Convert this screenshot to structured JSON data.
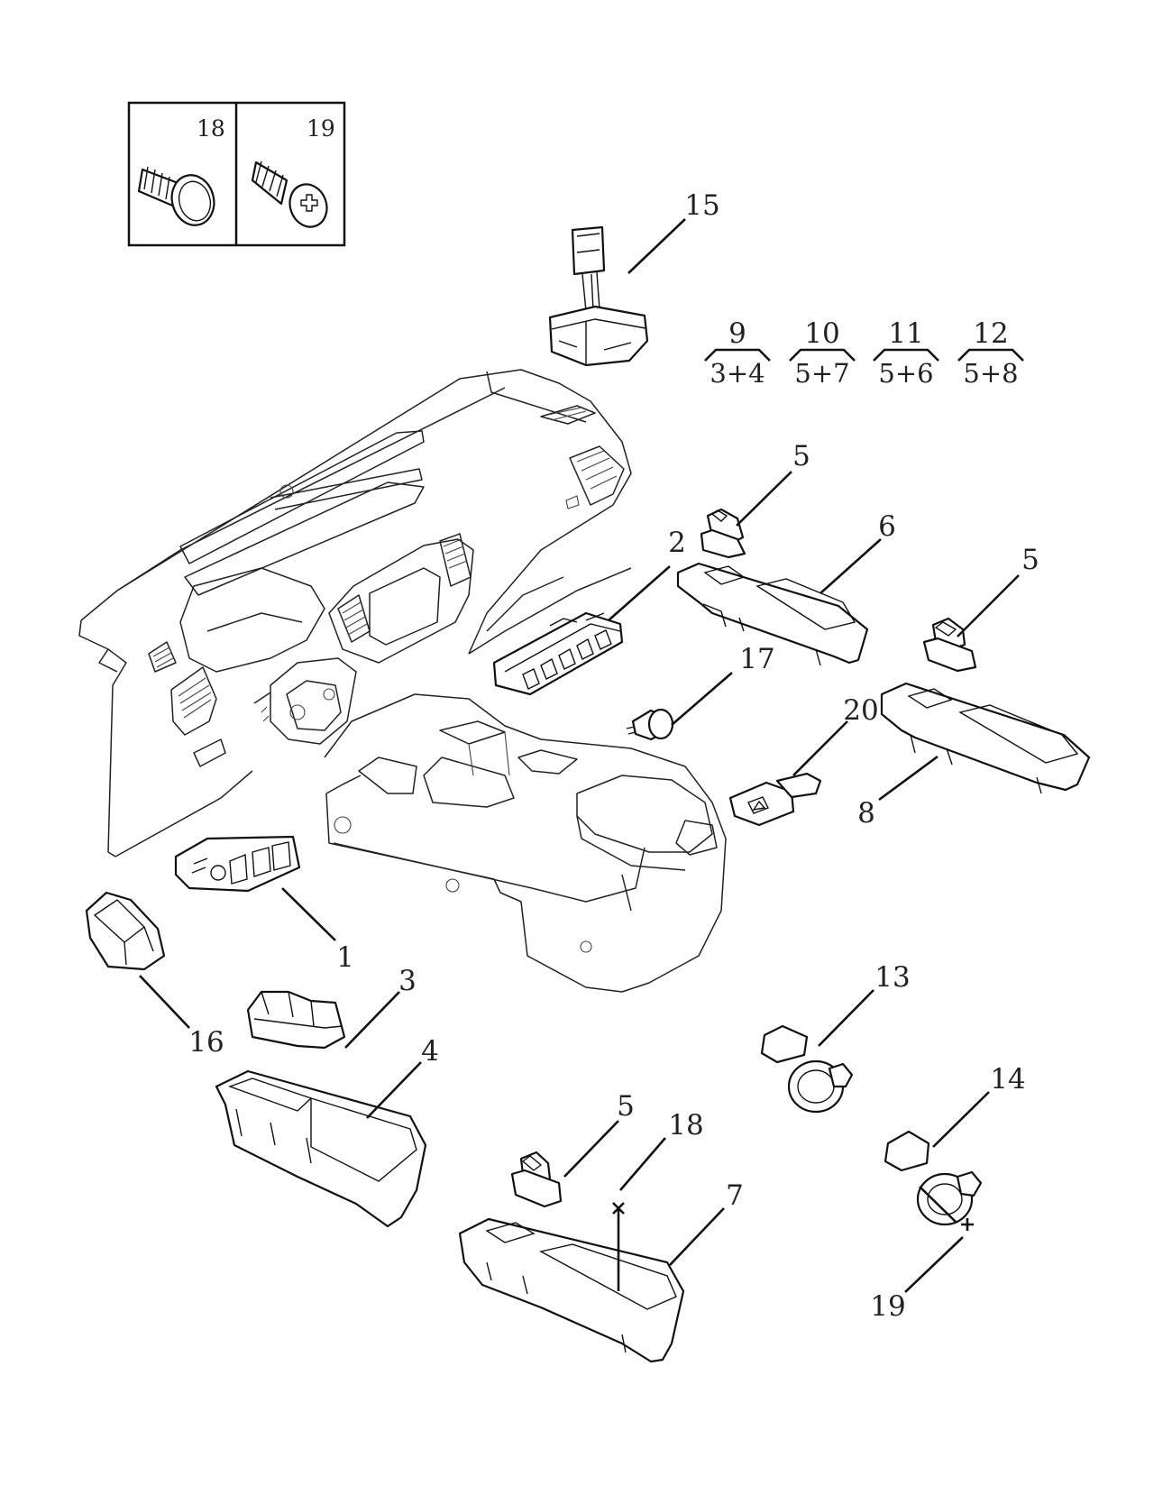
{
  "callouts": [
    {
      "number": "1"
    },
    {
      "number": "2"
    },
    {
      "number": "3"
    },
    {
      "number": "4"
    },
    {
      "number": "5"
    },
    {
      "number": "5"
    },
    {
      "number": "5"
    },
    {
      "number": "6"
    },
    {
      "number": "7"
    },
    {
      "number": "8"
    },
    {
      "number": "13"
    },
    {
      "number": "14"
    },
    {
      "number": "15"
    },
    {
      "number": "16"
    },
    {
      "number": "17"
    },
    {
      "number": "18"
    },
    {
      "number": "19"
    },
    {
      "number": "20"
    }
  ],
  "kits": [
    {
      "number": "9",
      "contents": "3+4"
    },
    {
      "number": "10",
      "contents": "5+7"
    },
    {
      "number": "11",
      "contents": "5+6"
    },
    {
      "number": "12",
      "contents": "5+8"
    }
  ],
  "fastener_inset": {
    "items": [
      {
        "number": "18",
        "icon": "push-pin-clip-icon"
      },
      {
        "number": "19",
        "icon": "phillips-screw-icon"
      }
    ]
  }
}
